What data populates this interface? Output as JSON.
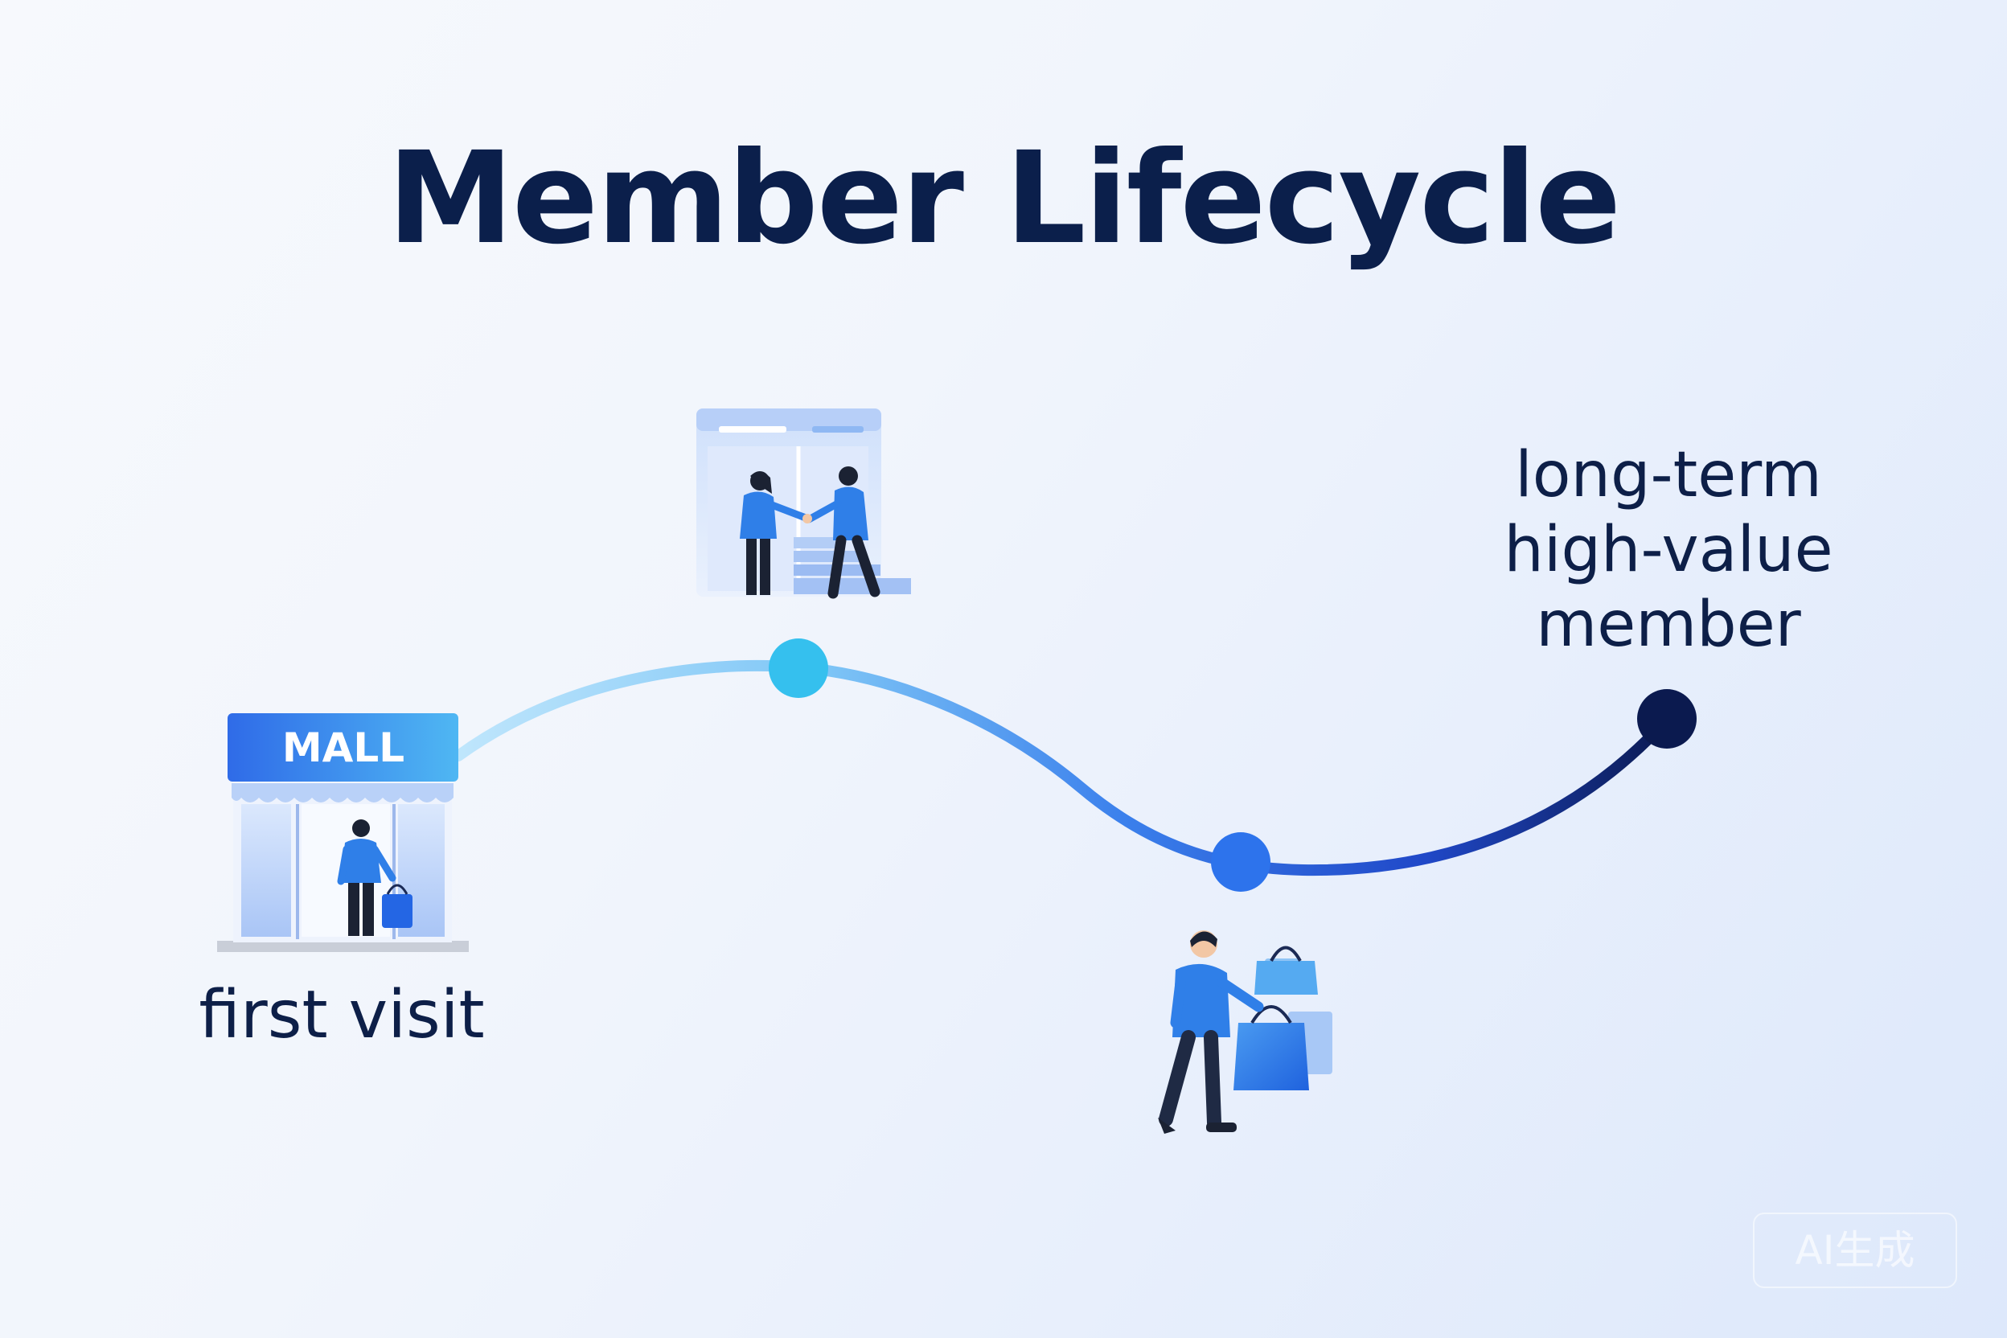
{
  "title": "Member Lifecycle",
  "stages": {
    "first_visit": {
      "label": "first visit",
      "sign": "MALL"
    },
    "long_term": {
      "label_lines": [
        "long-term",
        "high-value",
        "member"
      ]
    }
  },
  "colors": {
    "title": "#0b1f4b",
    "path_start": "#a9dcfb",
    "path_mid": "#2f6fe8",
    "path_end": "#0b1a52",
    "node_cyan": "#35c0ee",
    "node_blue": "#2d73ec",
    "node_navy": "#0b1a4f",
    "figure_blue": "#2f7fe8"
  },
  "icons": [
    "mall-storefront-icon",
    "handshake-icon",
    "shopping-person-icon"
  ],
  "watermark": "AI生成"
}
